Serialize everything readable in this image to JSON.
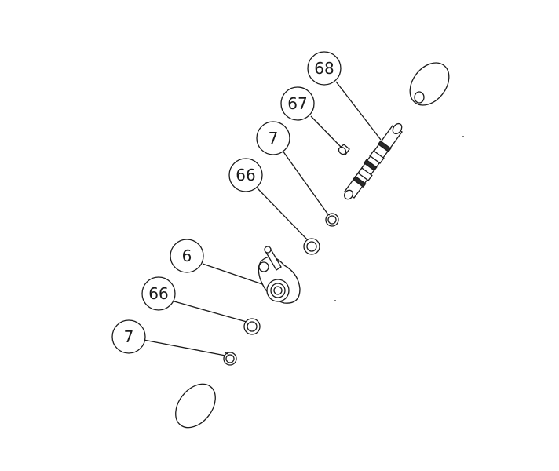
{
  "callouts": [
    {
      "id": "c68",
      "label": "68"
    },
    {
      "id": "c67",
      "label": "67"
    },
    {
      "id": "c7a",
      "label": "7"
    },
    {
      "id": "c66a",
      "label": "66"
    },
    {
      "id": "c6",
      "label": "6"
    },
    {
      "id": "c66b",
      "label": "66"
    },
    {
      "id": "c7b",
      "label": "7"
    }
  ]
}
